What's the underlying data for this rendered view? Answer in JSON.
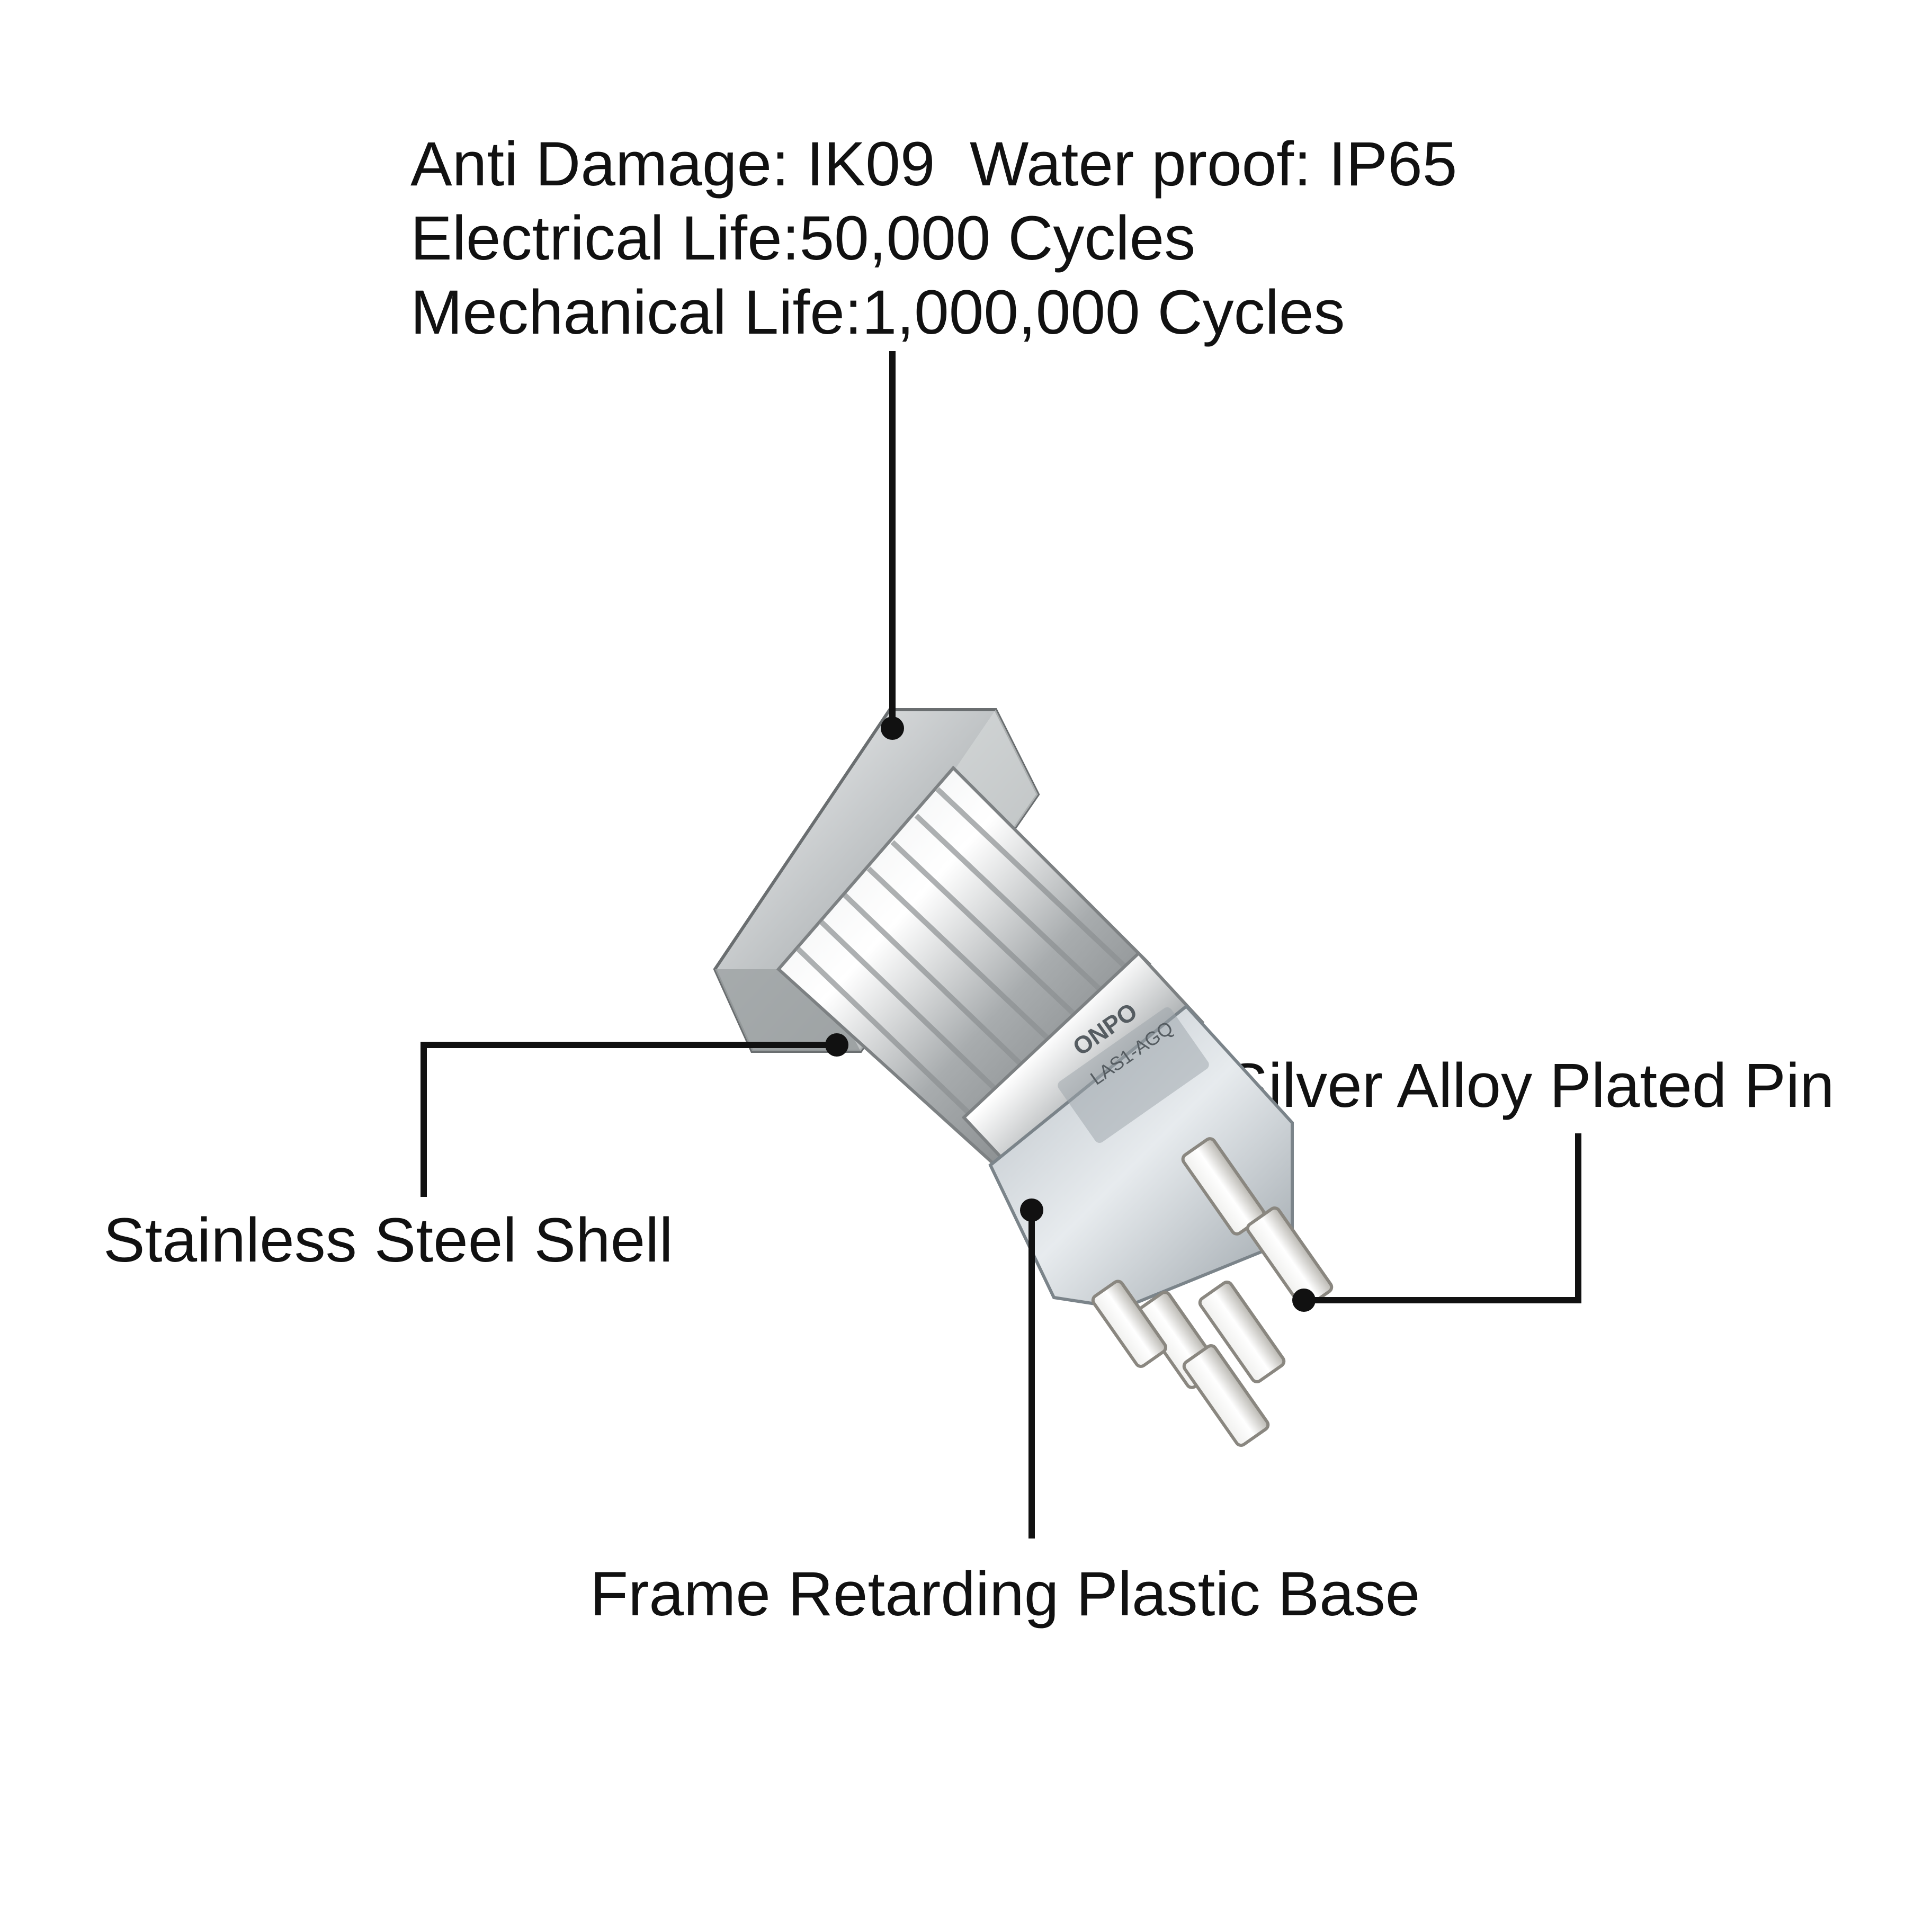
{
  "specs": {
    "line1": "Anti Damage: IK09  Water proof: IP65",
    "line2": "Electrical Life:50,000 Cycles",
    "line3": "Mechanical Life:1,000,000 Cycles"
  },
  "callouts": {
    "shell": "Stainless Steel Shell",
    "pin": "Silver Alloy Plated Pin",
    "base": "Frame Retarding Plastic Base"
  },
  "product": {
    "brand_marking": "ONPO",
    "model_marking": "LAS1-AGQ"
  },
  "colors": {
    "leader_line": "#111111",
    "background": "#ffffff",
    "steel": "#c9ccce",
    "plastic": "#d8dde0"
  },
  "icons": [
    "push-button-switch-photo"
  ]
}
